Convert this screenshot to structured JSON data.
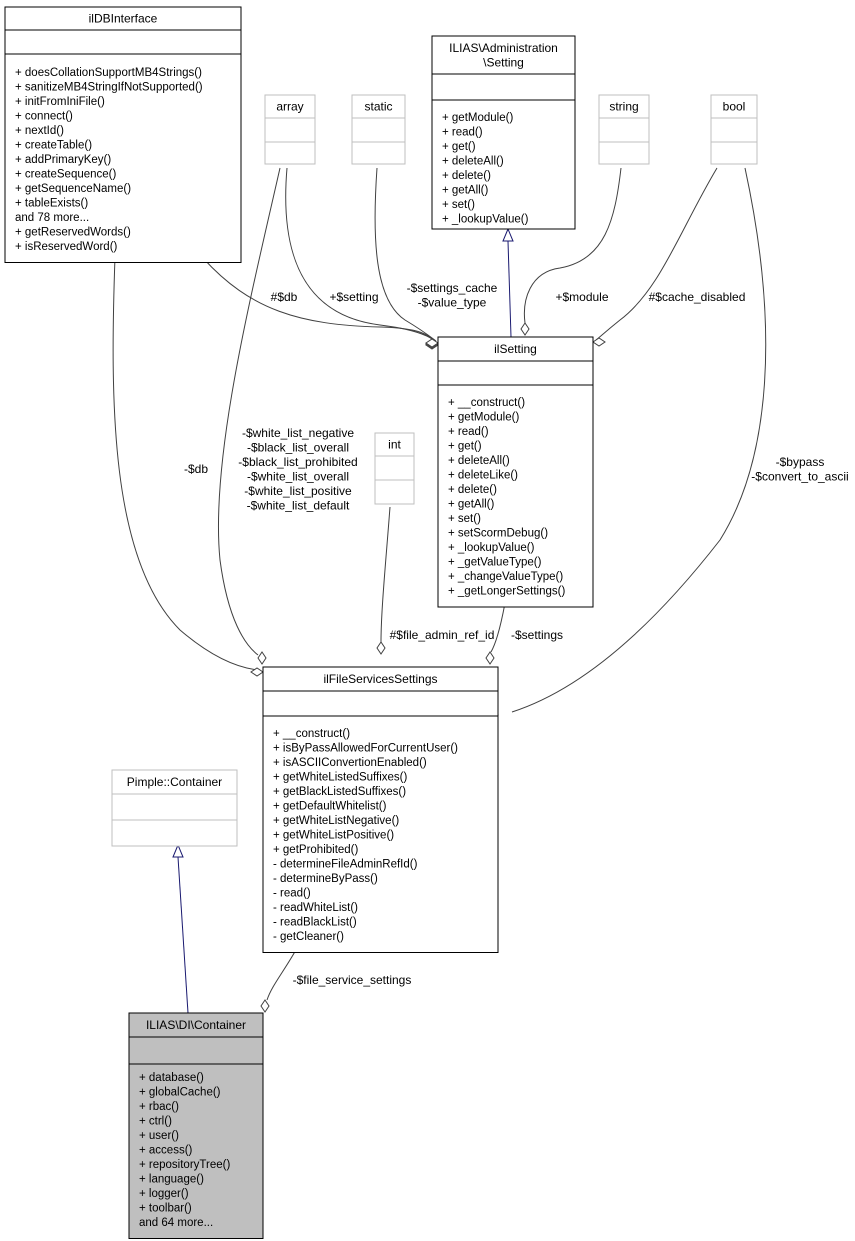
{
  "classes": {
    "ildbinterface": {
      "title": [
        "ilDBInterface"
      ],
      "attributes": [],
      "methods": [
        "+ doesCollationSupportMB4Strings()",
        "+ sanitizeMB4StringIfNotSupported()",
        "+ initFromIniFile()",
        "+ connect()",
        "+ nextId()",
        "+ createTable()",
        "+ addPrimaryKey()",
        "+ createSequence()",
        "+ getSequenceName()",
        "+ tableExists()",
        "and 78 more...",
        "+ getReservedWords()",
        "+ isReservedWord()"
      ]
    },
    "array": {
      "title": [
        "array"
      ],
      "attributes": [],
      "methods": []
    },
    "static": {
      "title": [
        "static"
      ],
      "attributes": [],
      "methods": []
    },
    "admin_setting": {
      "title": [
        "ILIAS\\Administration",
        "\\Setting"
      ],
      "attributes": [],
      "methods": [
        "+ getModule()",
        "+ read()",
        "+ get()",
        "+ deleteAll()",
        "+ delete()",
        "+ getAll()",
        "+ set()",
        "+ _lookupValue()"
      ]
    },
    "string": {
      "title": [
        "string"
      ],
      "attributes": [],
      "methods": []
    },
    "bool": {
      "title": [
        "bool"
      ],
      "attributes": [],
      "methods": []
    },
    "ilsetting": {
      "title": [
        "ilSetting"
      ],
      "attributes": [],
      "methods": [
        "+ __construct()",
        "+ getModule()",
        "+ read()",
        "+ get()",
        "+ deleteAll()",
        "+ deleteLike()",
        "+ delete()",
        "+ getAll()",
        "+ set()",
        "+ setScormDebug()",
        "+ _lookupValue()",
        "+ _getValueType()",
        "+ _changeValueType()",
        "+ _getLongerSettings()"
      ]
    },
    "int": {
      "title": [
        "int"
      ],
      "attributes": [],
      "methods": []
    },
    "filesettings": {
      "title": [
        "ilFileServicesSettings"
      ],
      "attributes": [],
      "methods": [
        "+ __construct()",
        "+ isByPassAllowedForCurrentUser()",
        "+ isASCIIConvertionEnabled()",
        "+ getWhiteListedSuffixes()",
        "+ getBlackListedSuffixes()",
        "+ getDefaultWhitelist()",
        "+ getWhiteListNegative()",
        "+ getWhiteListPositive()",
        "+ getProhibited()",
        "- determineFileAdminRefId()",
        "- determineByPass()",
        "- read()",
        "- readWhiteList()",
        "- readBlackList()",
        "- getCleaner()"
      ]
    },
    "pimple": {
      "title": [
        "Pimple::Container"
      ],
      "attributes": [],
      "methods": []
    },
    "container": {
      "title": [
        "ILIAS\\DI\\Container"
      ],
      "attributes": [],
      "methods": [
        "+ database()",
        "+ globalCache()",
        "+ rbac()",
        "+ ctrl()",
        "+ user()",
        "+ access()",
        "+ repositoryTree()",
        "+ language()",
        "+ logger()",
        "+ toolbar()",
        "and 64 more..."
      ]
    }
  },
  "edge_labels": {
    "db_hash": [
      "#$db"
    ],
    "setting": [
      "+$setting"
    ],
    "settings_cache": [
      "-$settings_cache",
      "-$value_type"
    ],
    "module": [
      "+$module"
    ],
    "cache_disabled": [
      "#$cache_disabled"
    ],
    "db_minus": [
      "-$db"
    ],
    "white_lists": [
      "-$white_list_negative",
      "-$black_list_overall",
      "-$black_list_prohibited",
      "-$white_list_overall",
      "-$white_list_positive",
      "-$white_list_default"
    ],
    "bypass": [
      "-$bypass",
      "-$convert_to_ascii"
    ],
    "file_admin_ref_id": [
      "#$file_admin_ref_id"
    ],
    "settings": [
      "-$settings"
    ],
    "file_service_settings": [
      "-$file_service_settings"
    ]
  },
  "colors": {
    "class_border": "#000000",
    "primitive_border": "#bfbfbf",
    "highlight_fill": "#bfbfbf",
    "association_edge": "#404040",
    "inheritance_edge": "#191970"
  }
}
